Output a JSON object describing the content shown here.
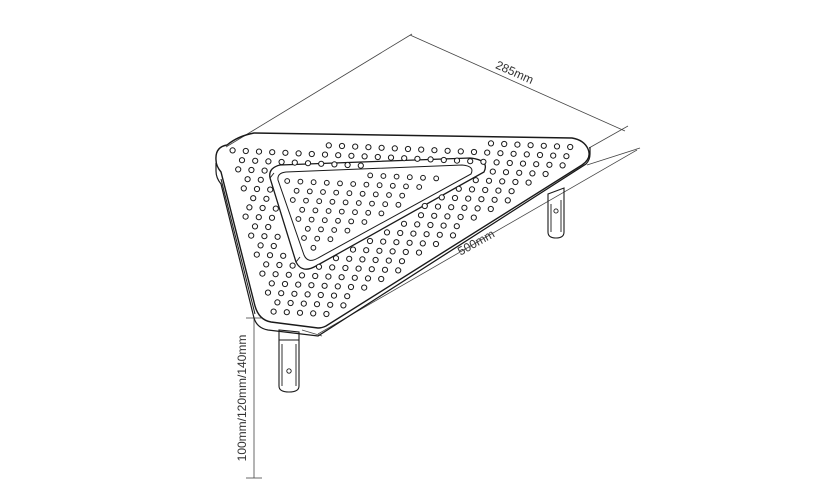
{
  "diagram": {
    "labels": {
      "depth": "285mm",
      "width": "500mm",
      "height": "100mm/120mm/140mm"
    },
    "colors": {
      "line": "#1a1a1a",
      "leg_fill": "#f4f4f4",
      "text": "#333333"
    }
  }
}
